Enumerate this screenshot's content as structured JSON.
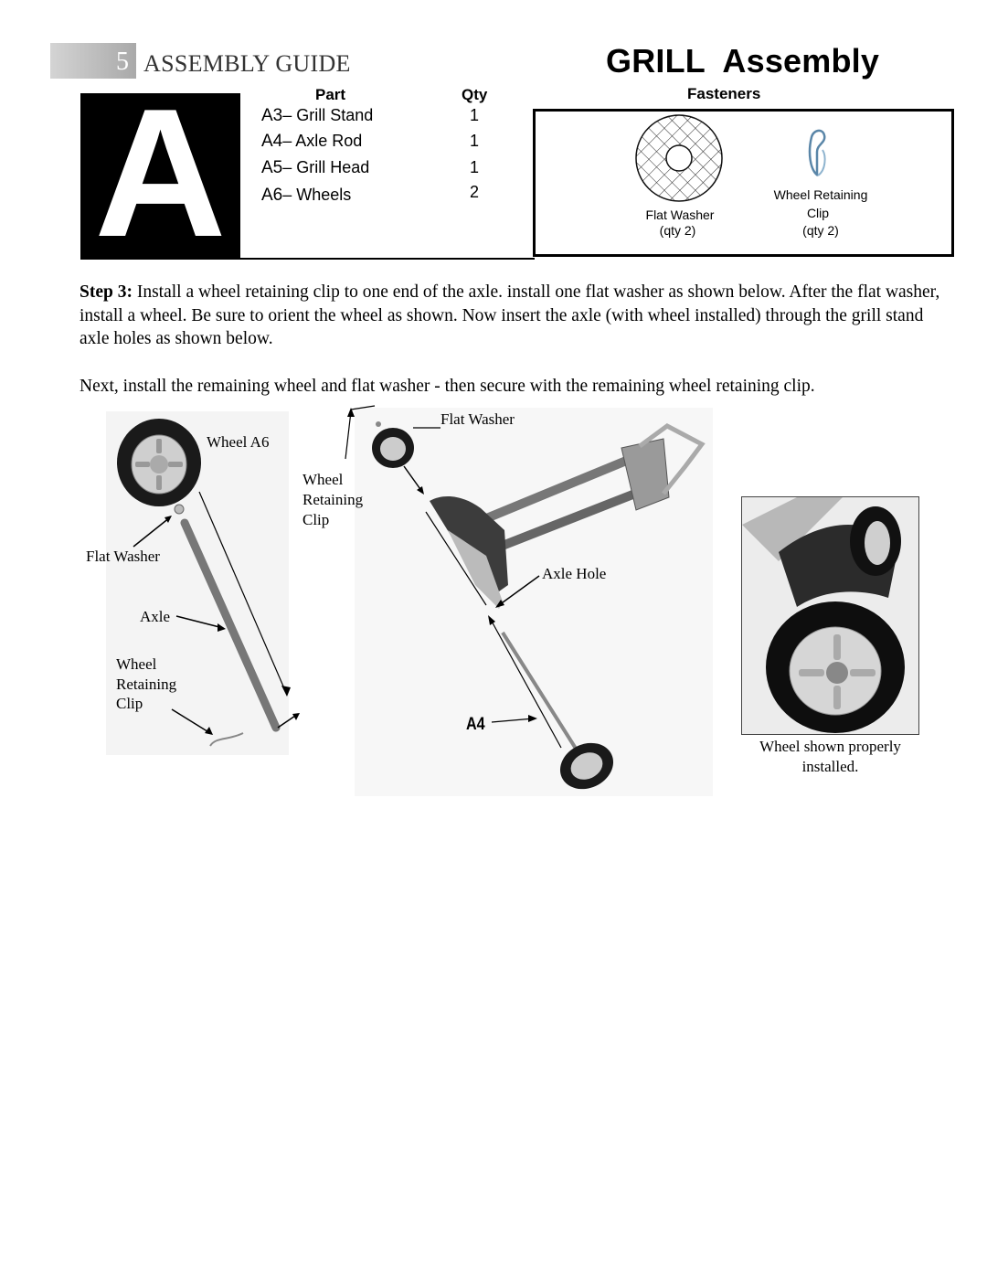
{
  "header": {
    "section_number": "5",
    "section_title": "ASSEMBLY GUIDE",
    "page_title": "GRILL  Assembly"
  },
  "step_letter": "A",
  "parts_table": {
    "col_part": "Part",
    "col_qty": "Qty",
    "rows": [
      {
        "code": "A3",
        "name": "– Grill Stand",
        "qty": "1"
      },
      {
        "code": "A4",
        "name": "– Axle Rod",
        "qty": "1"
      },
      {
        "code": "A5",
        "name": "– Grill Head",
        "qty": "1"
      },
      {
        "code": "A6",
        "name": "– Wheels",
        "qty": "2"
      }
    ]
  },
  "fasteners": {
    "title": "Fasteners",
    "flat_washer": {
      "name": "Flat Washer",
      "qty": "(qty 2)"
    },
    "retaining_clip": {
      "name_line1": "Wheel Retaining",
      "name_line2": "Clip",
      "qty": "(qty 2)"
    }
  },
  "instructions": {
    "step_label": "Step 3:",
    "step_text": " Install a wheel retaining clip to one end of the axle. install one flat washer as shown below. After the flat washer, install a wheel. Be sure to orient the wheel as shown. Now insert the axle (with wheel installed)  through the grill stand axle holes as shown below.",
    "next_text": "Next, install the remaining wheel and flat washer - then secure with the remaining wheel retaining clip."
  },
  "diagram_labels": {
    "wheel_a6": "Wheel A6",
    "flat_washer_left": "Flat Washer",
    "axle": "Axle",
    "clip_left_1": "Wheel",
    "clip_left_2": "Retaining",
    "clip_left_3": "Clip",
    "clip_mid_1": "Wheel",
    "clip_mid_2": "Retaining",
    "clip_mid_3": "Clip",
    "flat_washer_top": "Flat Washer",
    "axle_hole": "Axle Hole",
    "a4": "A4",
    "caption_line1": "Wheel shown properly",
    "caption_line2": "installed."
  }
}
